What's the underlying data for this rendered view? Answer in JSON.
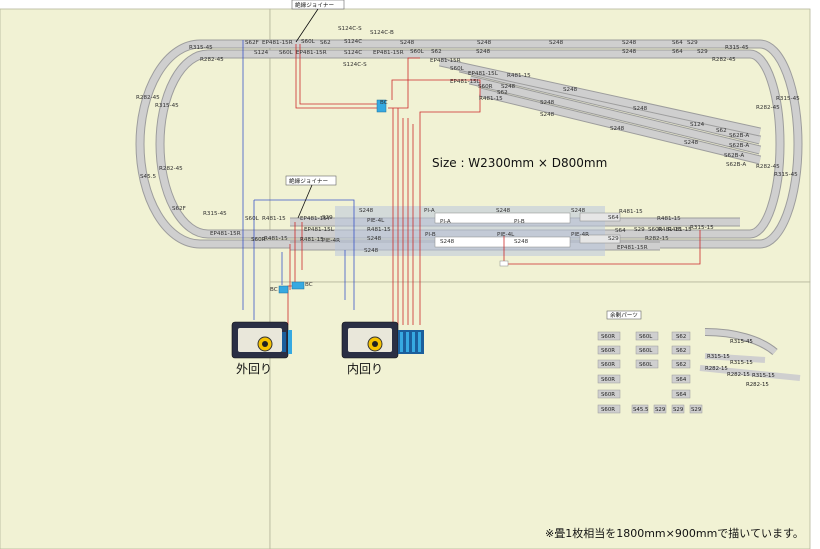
{
  "layout_title": "Size : W2300mm × D800mm",
  "joiner_labels": [
    "絶縁ジョイナー",
    "絶縁ジョイナー"
  ],
  "spare_parts_title": "余剰パーツ",
  "footnote": "※畳1枚相当を1800mm×900mmで描いています。",
  "controllers": [
    {
      "label": "外回り"
    },
    {
      "label": "内回り"
    }
  ],
  "colors": {
    "mat": "#f1f2d4",
    "mat_border": "#b5b59a",
    "track": "#c9c9c9",
    "track_edge": "#9d9d9d",
    "wire_red": "#cc2a2a",
    "wire_blue": "#3a55c8",
    "feeder": "#36a9e1"
  },
  "track_labels": [
    "R315-45",
    "R282-45",
    "S62F",
    "EP481-15R",
    "S124",
    "S60L",
    "S60L",
    "S62",
    "S124C",
    "S124C",
    "S124C-S",
    "S124C-B",
    "S124C-S",
    "EP481-15R",
    "EP481-15R",
    "S60L",
    "S248",
    "S248",
    "S62",
    "S248",
    "S248",
    "S248",
    "S248",
    "S64",
    "S64",
    "S29",
    "S29",
    "R315-45",
    "R282-45",
    "R315-45",
    "R282-45",
    "EP481-15R",
    "S60L",
    "EP481-15L",
    "R481-15",
    "EP481-15L",
    "S60R",
    "S62",
    "R481-15",
    "S248",
    "S248",
    "S248",
    "S248",
    "S248",
    "S124",
    "S62",
    "S248",
    "S248",
    "S62B-A",
    "S62B-A",
    "S62B-A",
    "S62B-A",
    "R315-45",
    "R282-45",
    "R282-45",
    "R315-45",
    "R282-45",
    "S45.5",
    "R315-45",
    "S62F",
    "EP481-15R",
    "S60L",
    "R481-15",
    "EP481-15Y",
    "S29",
    "EP481-15L",
    "S60R",
    "R481-15",
    "R481-15",
    "PIE-4R",
    "S248",
    "PIE-4L",
    "R481-15",
    "S248",
    "S248",
    "PI-A",
    "PI-B",
    "PI-A",
    "PI-B",
    "S248",
    "S248",
    "S248",
    "S248",
    "PIE-4L",
    "PIE-4R",
    "S64",
    "S29",
    "S29",
    "S60R",
    "R481-15",
    "R481-15",
    "R481-15",
    "R481-15",
    "S64",
    "EP481-15R",
    "R282-15",
    "R315-15",
    "BC",
    "BC",
    "BC"
  ],
  "spare_parts": [
    "S60R",
    "S60L",
    "S62",
    "R315-45",
    "S60R",
    "S60L",
    "S62",
    "R315-15",
    "R315-15",
    "S60R",
    "S60L",
    "S62",
    "R282-15",
    "R282-15",
    "R315-15",
    "S60R",
    "S64",
    "R282-15",
    "S60R",
    "S64",
    "S60R",
    "S45.5",
    "S29",
    "S29",
    "S29"
  ]
}
